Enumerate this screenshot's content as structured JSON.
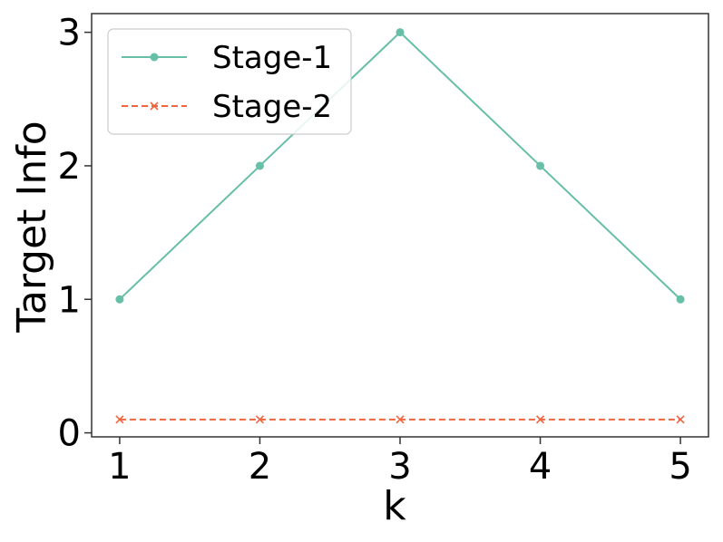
{
  "chart_data": {
    "type": "line",
    "title": "",
    "xlabel": "k",
    "ylabel": "Target Info",
    "x": [
      1,
      2,
      3,
      4,
      5
    ],
    "xticks": [
      "1",
      "2",
      "3",
      "4",
      "5"
    ],
    "yticks": [
      "0",
      "1",
      "2",
      "3"
    ],
    "xlim": [
      0.8,
      5.2
    ],
    "ylim": [
      -0.03,
      3.14
    ],
    "grid": false,
    "legend_position": "top-left",
    "series": [
      {
        "name": "Stage-1",
        "values": [
          1,
          2,
          3,
          2,
          1
        ],
        "color": "#66bfa6",
        "marker": "circle",
        "linestyle": "solid"
      },
      {
        "name": "Stage-2",
        "values": [
          0.1,
          0.1,
          0.1,
          0.1,
          0.1
        ],
        "color": "#f0643e",
        "marker": "x",
        "linestyle": "dashed"
      }
    ]
  }
}
